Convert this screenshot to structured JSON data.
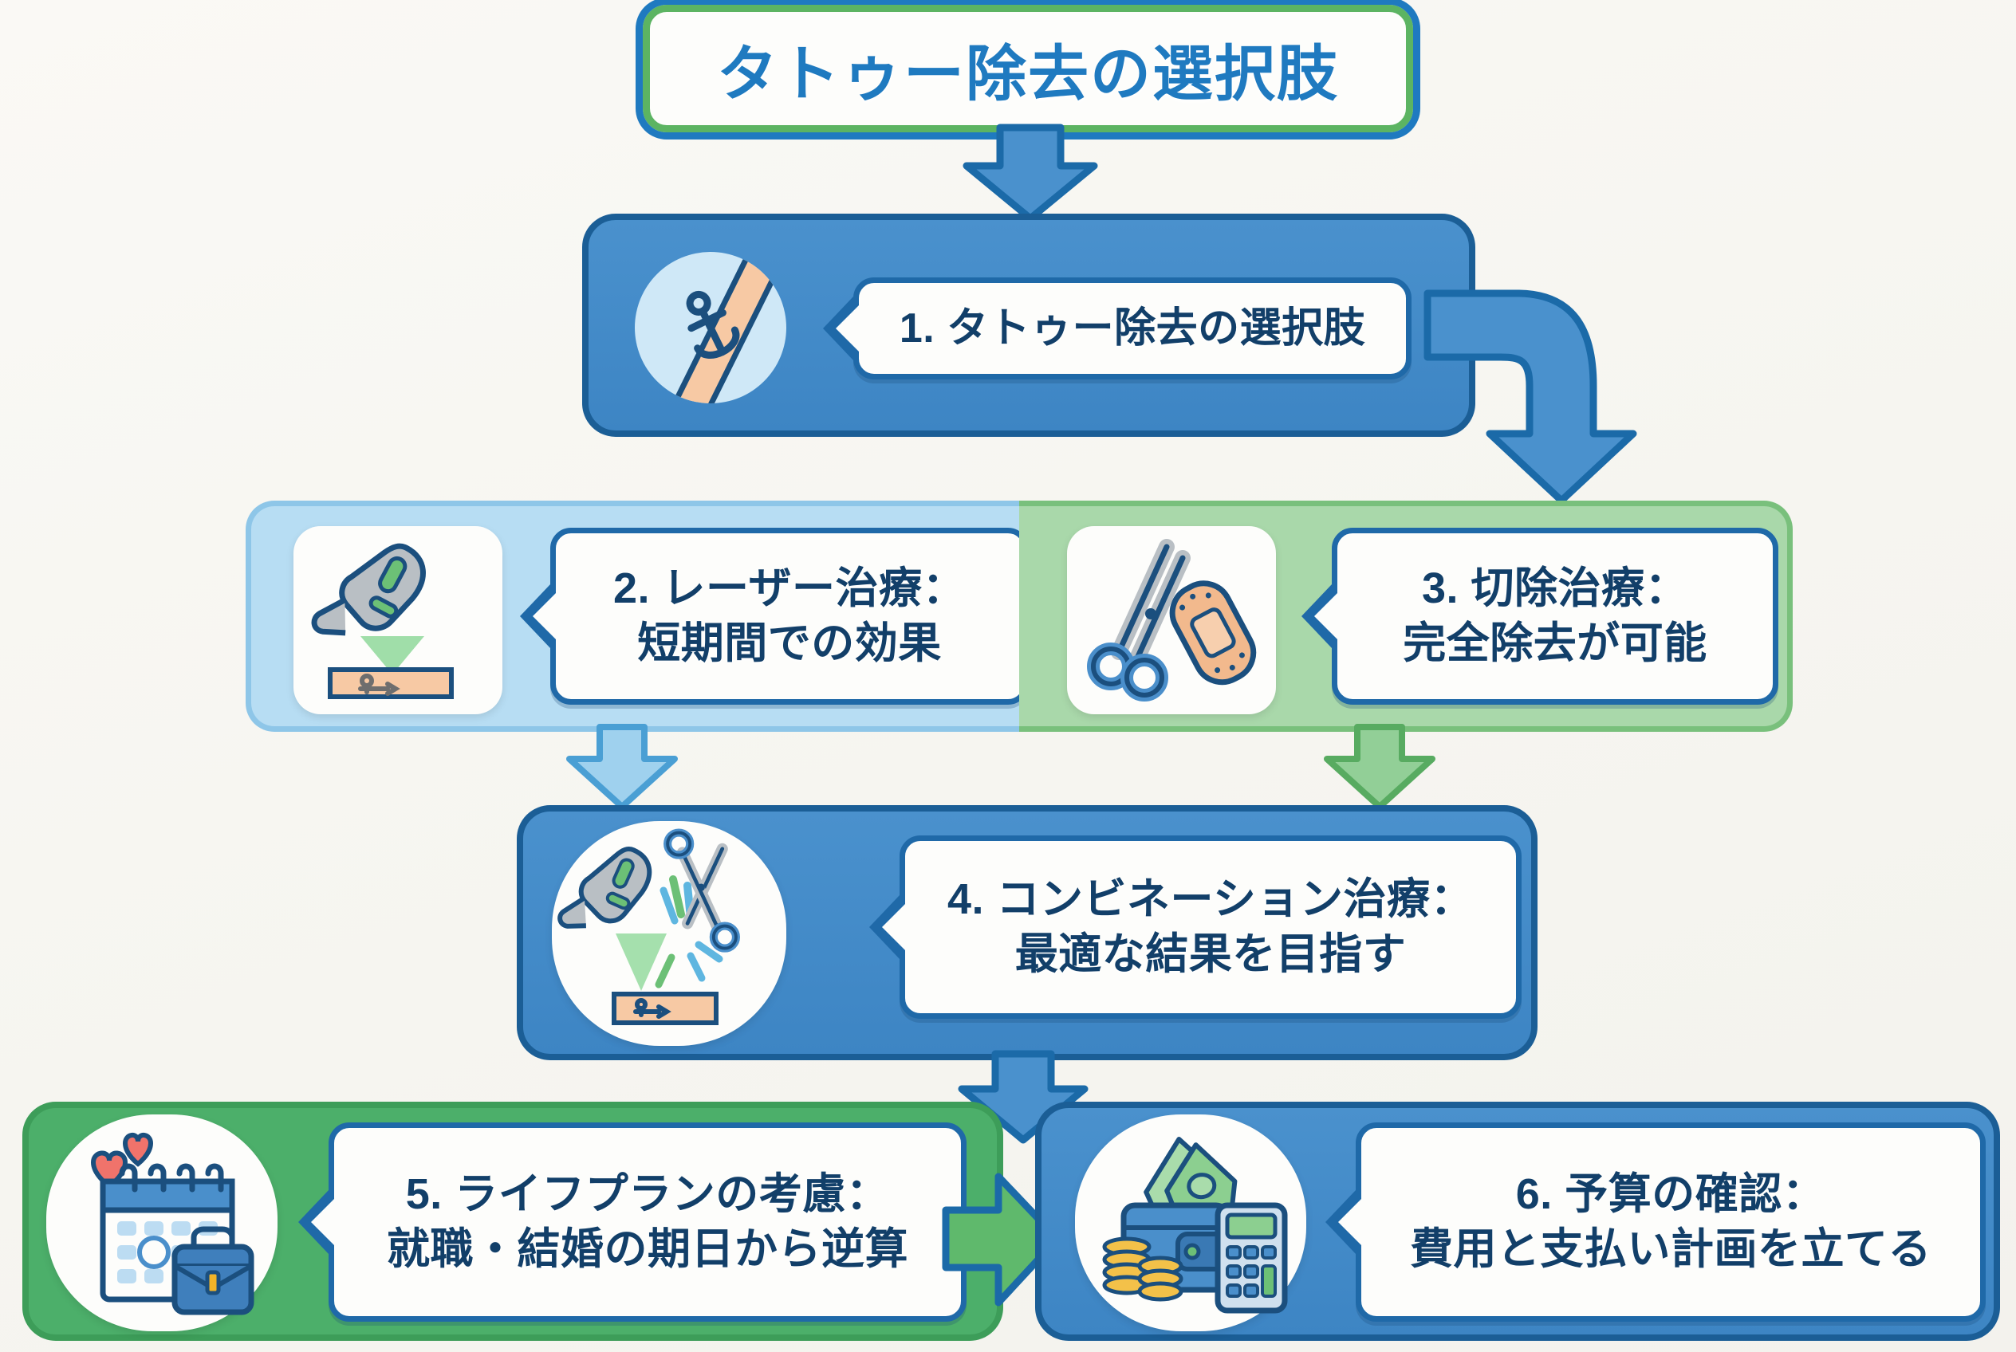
{
  "title": {
    "text": "タトゥー除去の選択肢",
    "border_outer_color": "#1f7ac0",
    "border_inner_color": "#5cb462",
    "text_color": "#1f7ac0"
  },
  "theme": {
    "blue": "#3d85c4",
    "dark_blue": "#1b5e96",
    "text_blue": "#123f69",
    "light_blue": "#b7ddf3",
    "light_green": "#a9d8aa",
    "green": "#4caf6a",
    "bubble_border": "#1f69a8",
    "bubble_fill": "#fdfdfb",
    "skin": "#f7c9a4",
    "background": "#f8f7f4"
  },
  "steps": [
    {
      "number": "1.",
      "label": "1. タトゥー除去の選択肢",
      "icon": "tattooed-arm-icon",
      "panel_color": "#3d85c4"
    },
    {
      "number": "2.",
      "label": "2. レーザー治療：\n短期間での効果",
      "icon": "laser-device-icon",
      "panel_color": "#b7ddf3"
    },
    {
      "number": "3.",
      "label": "3. 切除治療：\n完全除去が可能",
      "icon": "scissors-bandage-icon",
      "panel_color": "#a9d8aa"
    },
    {
      "number": "4.",
      "label": "4. コンビネーション治療：\n最適な結果を目指す",
      "icon": "laser-and-scissors-icon",
      "panel_color": "#3d85c4"
    },
    {
      "number": "5.",
      "label": "5. ライフプランの考慮：\n就職・結婚の期日から逆算",
      "icon": "calendar-briefcase-hearts-icon",
      "panel_color": "#4caf6a"
    },
    {
      "number": "6.",
      "label": "6. 予算の確認：\n費用と支払い計画を立てる",
      "icon": "wallet-money-calculator-icon",
      "panel_color": "#3d85c4"
    }
  ],
  "connectors": [
    {
      "name": "title-to-step1",
      "shape": "arrow-down",
      "color": "#4a91cd"
    },
    {
      "name": "step1-to-step3",
      "shape": "arrow-curve-right-down",
      "color": "#4a91cd"
    },
    {
      "name": "step2-to-step4",
      "shape": "arrow-down",
      "color": "#8ec6e8"
    },
    {
      "name": "step3-to-step4",
      "shape": "arrow-down",
      "color": "#6cb972"
    },
    {
      "name": "step4-to-step6",
      "shape": "arrow-down",
      "color": "#4a91cd"
    },
    {
      "name": "step5-to-step6",
      "shape": "arrow-right",
      "color": "#6cb972"
    }
  ]
}
